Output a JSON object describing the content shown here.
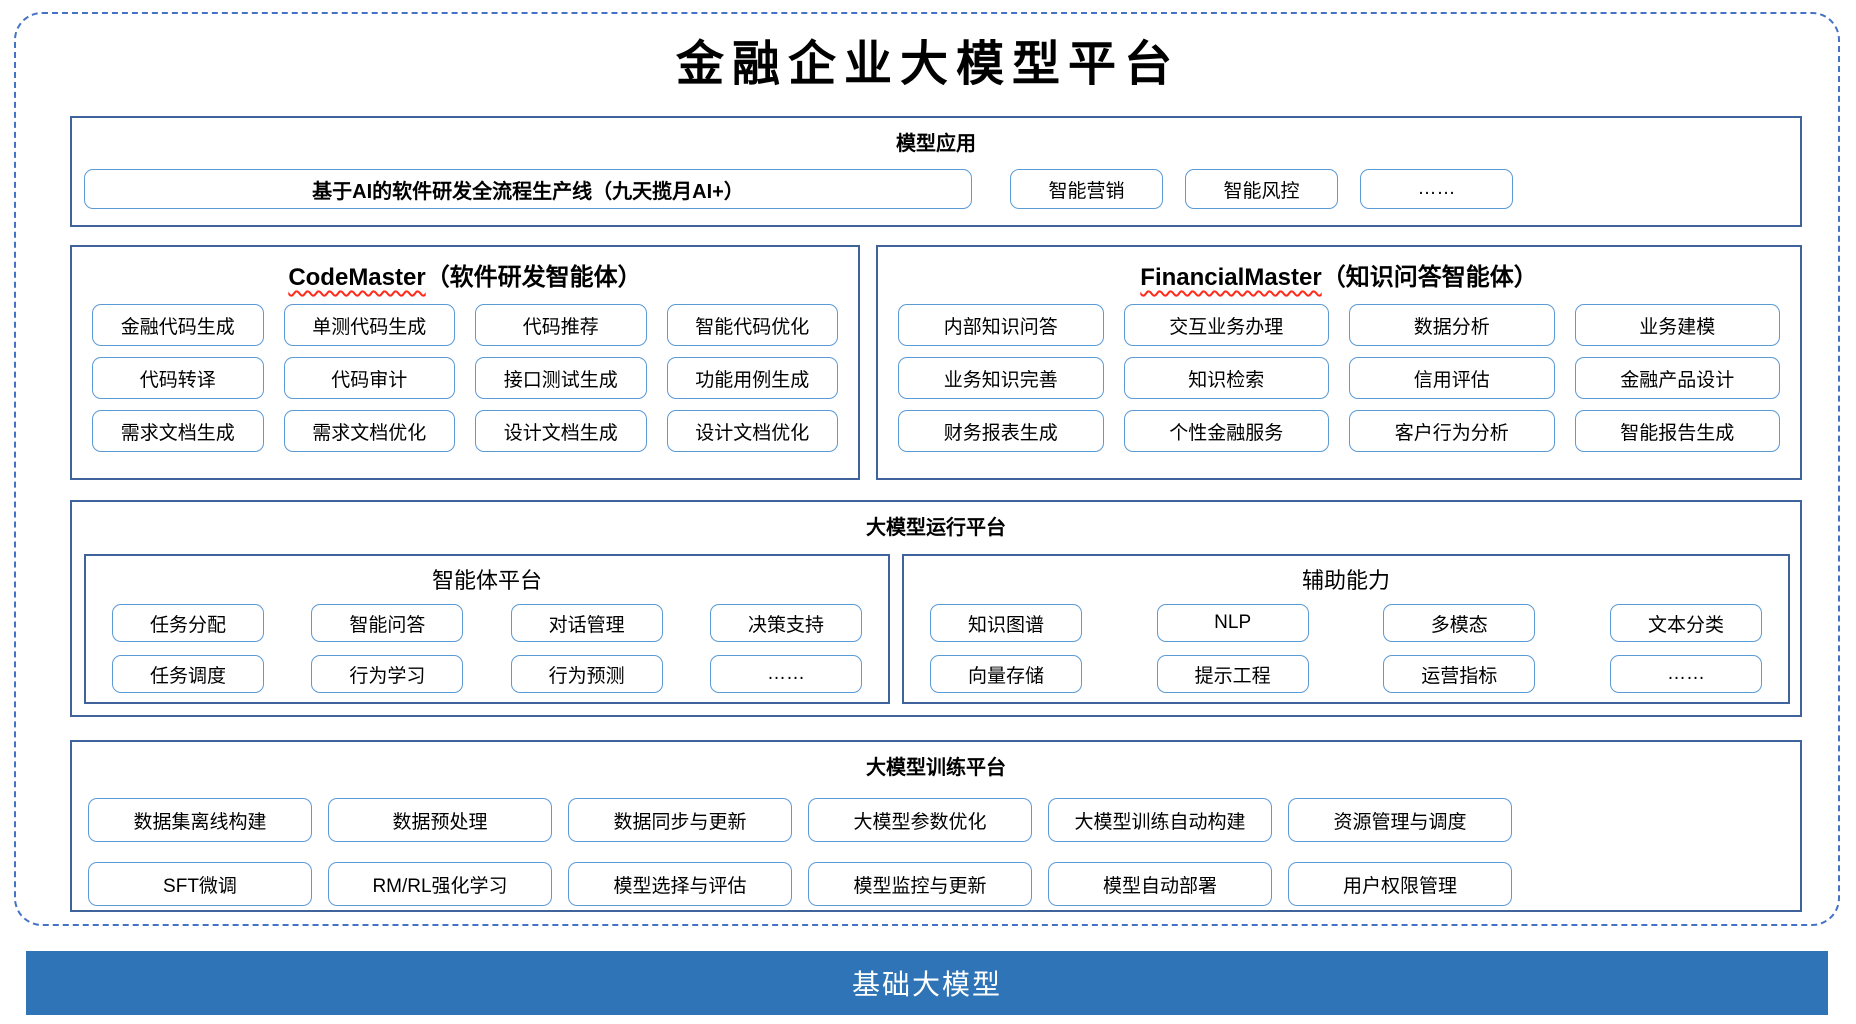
{
  "title": "金融企业大模型平台",
  "colors": {
    "dashed_border": "#4472C4",
    "section_border": "#41639C",
    "item_border": "#5B9BD5",
    "foundation_bg": "#2E74B6",
    "spellcheck_squiggle": "#FF2A1A"
  },
  "sections": {
    "applications": {
      "header": "模型应用",
      "items": [
        {
          "label": "基于AI的软件研发全流程生产线（九天揽月AI+）"
        },
        {
          "label": "智能营销"
        },
        {
          "label": "智能风控"
        },
        {
          "label": "……"
        }
      ]
    },
    "agents": [
      {
        "name_en": "CodeMaster",
        "name_cn": "（软件研发智能体）",
        "items": [
          "金融代码生成",
          "单测代码生成",
          "代码推荐",
          "智能代码优化",
          "代码转译",
          "代码审计",
          "接口测试生成",
          "功能用例生成",
          "需求文档生成",
          "需求文档优化",
          "设计文档生成",
          "设计文档优化"
        ]
      },
      {
        "name_en": "FinancialMaster",
        "name_cn": "（知识问答智能体）",
        "items": [
          "内部知识问答",
          "交互业务办理",
          "数据分析",
          "业务建模",
          "业务知识完善",
          "知识检索",
          "信用评估",
          "金融产品设计",
          "财务报表生成",
          "个性金融服务",
          "客户行为分析",
          "智能报告生成"
        ]
      }
    ],
    "runtime": {
      "header": "大模型运行平台",
      "panels": [
        {
          "title": "智能体平台",
          "items": [
            "任务分配",
            "智能问答",
            "对话管理",
            "决策支持",
            "任务调度",
            "行为学习",
            "行为预测",
            "……"
          ]
        },
        {
          "title": "辅助能力",
          "items": [
            "知识图谱",
            "NLP",
            "多模态",
            "文本分类",
            "向量存储",
            "提示工程",
            "运营指标",
            "……"
          ]
        }
      ]
    },
    "training": {
      "header": "大模型训练平台",
      "items": [
        "数据集离线构建",
        "数据预处理",
        "数据同步与更新",
        "大模型参数优化",
        "大模型训练自动构建",
        "资源管理与调度",
        "SFT微调",
        "RM/RL强化学习",
        "模型选择与评估",
        "模型监控与更新",
        "模型自动部署",
        "用户权限管理"
      ]
    },
    "foundation": {
      "label": "基础大模型"
    }
  }
}
